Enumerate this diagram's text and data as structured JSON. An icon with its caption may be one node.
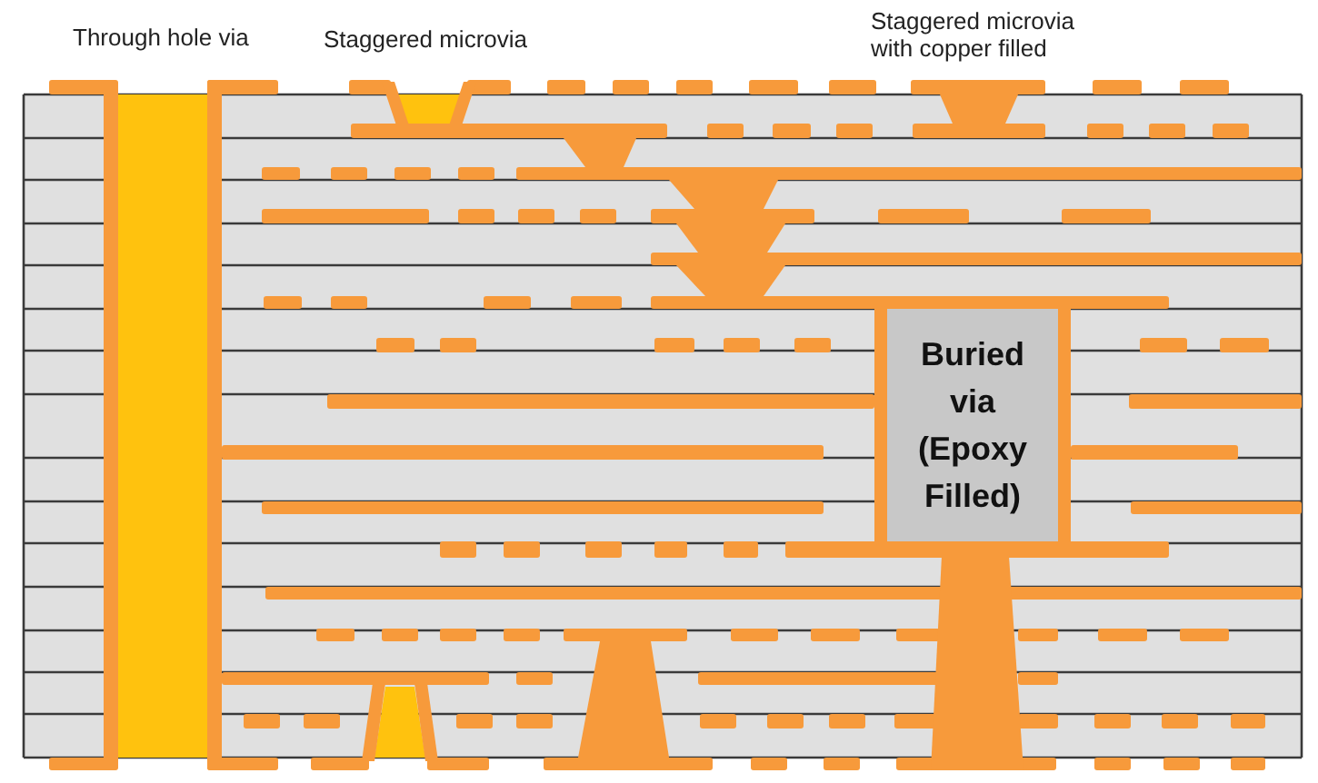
{
  "diagram": {
    "nodes": [
      {
        "text": [
          "Buried via (Epoxy Filled)"
        ]
      }
    ],
    "labels": [
      "Through hole via",
      "Staggered microvia",
      "Staggered microvia with copper filled"
    ]
  }
}
